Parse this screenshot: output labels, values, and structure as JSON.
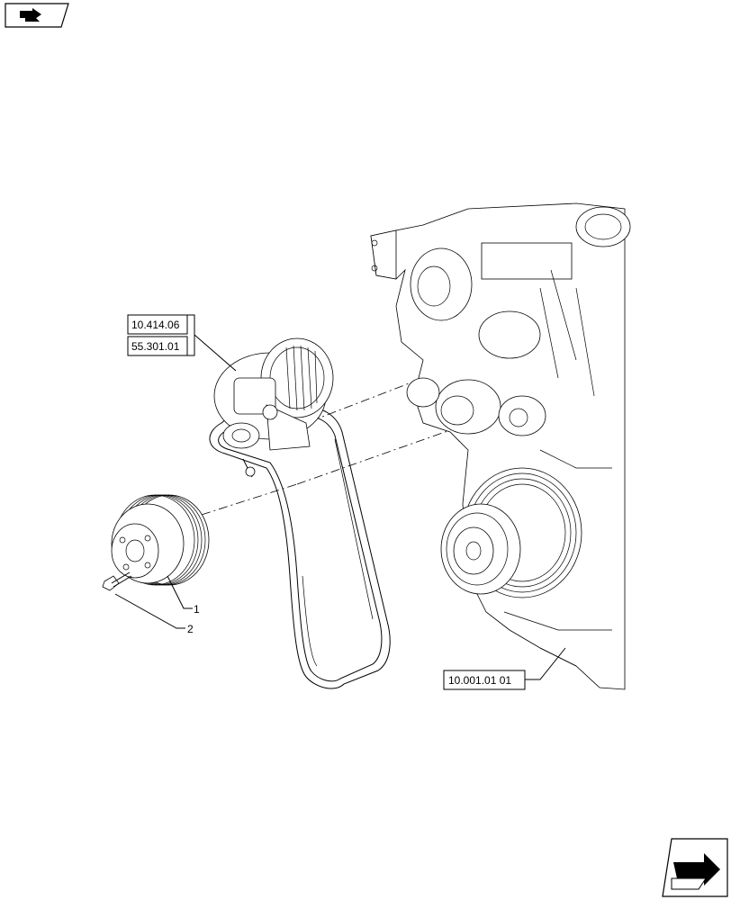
{
  "references": {
    "alternator_ref_1": "10.414.06",
    "alternator_ref_2": "55.301.01",
    "engine_ref": "10.001.01 01"
  },
  "callouts": {
    "pulley": "1",
    "bolt": "2"
  },
  "icons": {
    "top_left": "nav-back-arrow-icon",
    "bottom_right": "nav-forward-arrow-icon"
  }
}
